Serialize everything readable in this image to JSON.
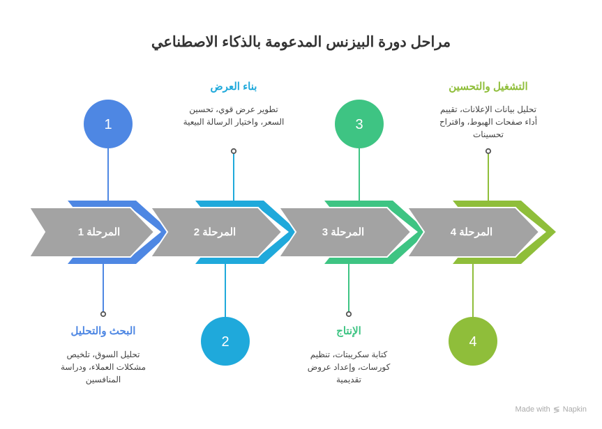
{
  "title": "مراحل دورة البيزنس المدعومة بالذكاء الاصطناعي",
  "stages": [
    {
      "number": "1",
      "arrow_label": "المرحلة 1",
      "heading": "البحث والتحليل",
      "description": "تحليل السوق، تلخيص مشكلات العملاء، ودراسة المنافسين",
      "color": "#4E87E3",
      "circle_position": "top",
      "text_position": "bottom"
    },
    {
      "number": "2",
      "arrow_label": "المرحلة 2",
      "heading": "بناء العرض",
      "description": "تطوير عرض قوي، تحسين السعر، واختيار الرسالة البيعية",
      "color": "#1FA9DB",
      "circle_position": "bottom",
      "text_position": "top"
    },
    {
      "number": "3",
      "arrow_label": "المرحلة 3",
      "heading": "الإنتاج",
      "description": "كتابة سكريبتات، تنظيم كورسات، وإعداد عروض تقديمية",
      "color": "#3EC483",
      "circle_position": "top",
      "text_position": "bottom"
    },
    {
      "number": "4",
      "arrow_label": "المرحلة 4",
      "heading": "التشغيل والتحسين",
      "description": "تحليل بيانات الإعلانات، تقييم أداء صفحات الهبوط، واقتراح تحسينات",
      "color": "#8FBE3A",
      "circle_position": "bottom",
      "text_position": "top"
    }
  ],
  "arrow_color": "#A3A3A3",
  "pin_color": "#555555",
  "footer": {
    "made_with": "Made with",
    "brand": "Napkin",
    "brand_icon": "napkin-logo-icon"
  }
}
